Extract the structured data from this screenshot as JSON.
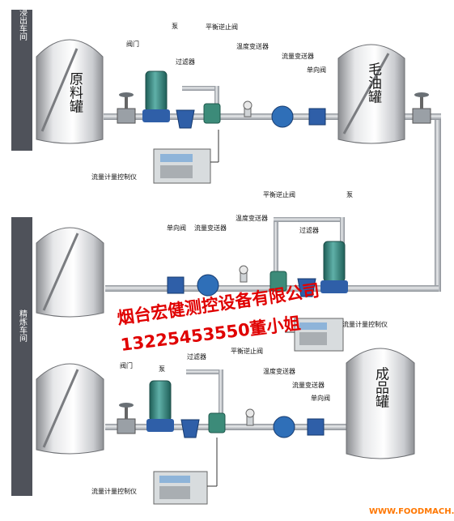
{
  "workshops": {
    "leaching": "浸出车间",
    "refining": "精炼车间"
  },
  "tanks": {
    "raw": "原料罐",
    "crude": "毛油罐",
    "product": "成品罐"
  },
  "labels": {
    "valve": "阀门",
    "pump": "泵",
    "balance_check_valve": "平衡逆止阀",
    "filter": "过滤器",
    "temp_transmitter": "温度变送器",
    "flow_transmitter": "流量变送器",
    "one_way_valve": "单向阀",
    "controller": "流量计量控制仪"
  },
  "watermark": {
    "company": "烟台宏健测控设备有限公司",
    "phone": "13225453550董小姐"
  },
  "website": "WWW.FOODMACH.CN",
  "colors": {
    "pipe": "#b9bdc4",
    "pipe_edge": "#7c8188",
    "pump_body": "#3f8f88",
    "valve_blue": "#2f5fa8",
    "sidebar": "#4f525a",
    "watermark": "#e00000",
    "site": "#ff7700"
  }
}
